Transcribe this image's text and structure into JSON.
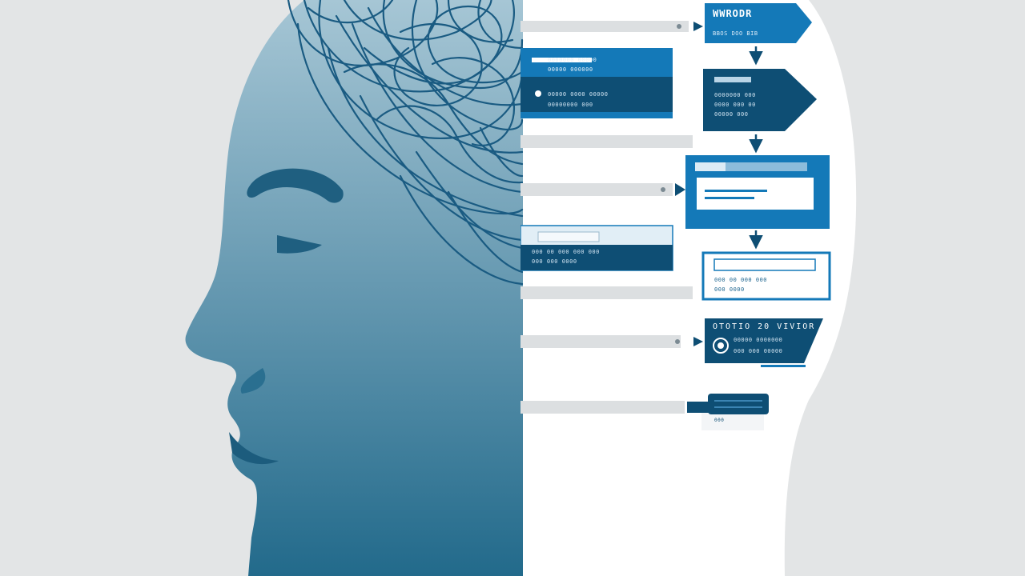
{
  "labels": {
    "flow_top_title": "WWRODR",
    "flow_top_sub": "BBOS DOO BIB",
    "panel_a_line1": "0000000 00000",
    "panel_a_line2": "00000 000000",
    "panel_a_line3": "00000 0000 00000",
    "panel_a_line4": "00000000 000",
    "arrow_node_line1": "0000000 000",
    "arrow_node_line2": "0000 000 00",
    "arrow_node_line3": "00000 000",
    "panel_b_line1": "000 00 000 000 000",
    "panel_b_line2": "000 000 0000",
    "light_node_line1": "000 00 000 000",
    "light_node_line2": "000 0000",
    "dark_node_head": "OTOTIO 20 VIVIOR",
    "dark_node_line1": "00000 0000000",
    "dark_node_line2": "000 000 00000",
    "cylinder_tag": "000"
  },
  "colors": {
    "background": "#e3e5e6",
    "face_light": "#9dbfcf",
    "face_dark": "#256c8d",
    "accent_blue": "#1479b8",
    "navy": "#0e4e74",
    "white": "#ffffff"
  },
  "icons": {
    "mind": "tangled-scribble-icon",
    "flow": "flowchart-arrow-icon"
  }
}
